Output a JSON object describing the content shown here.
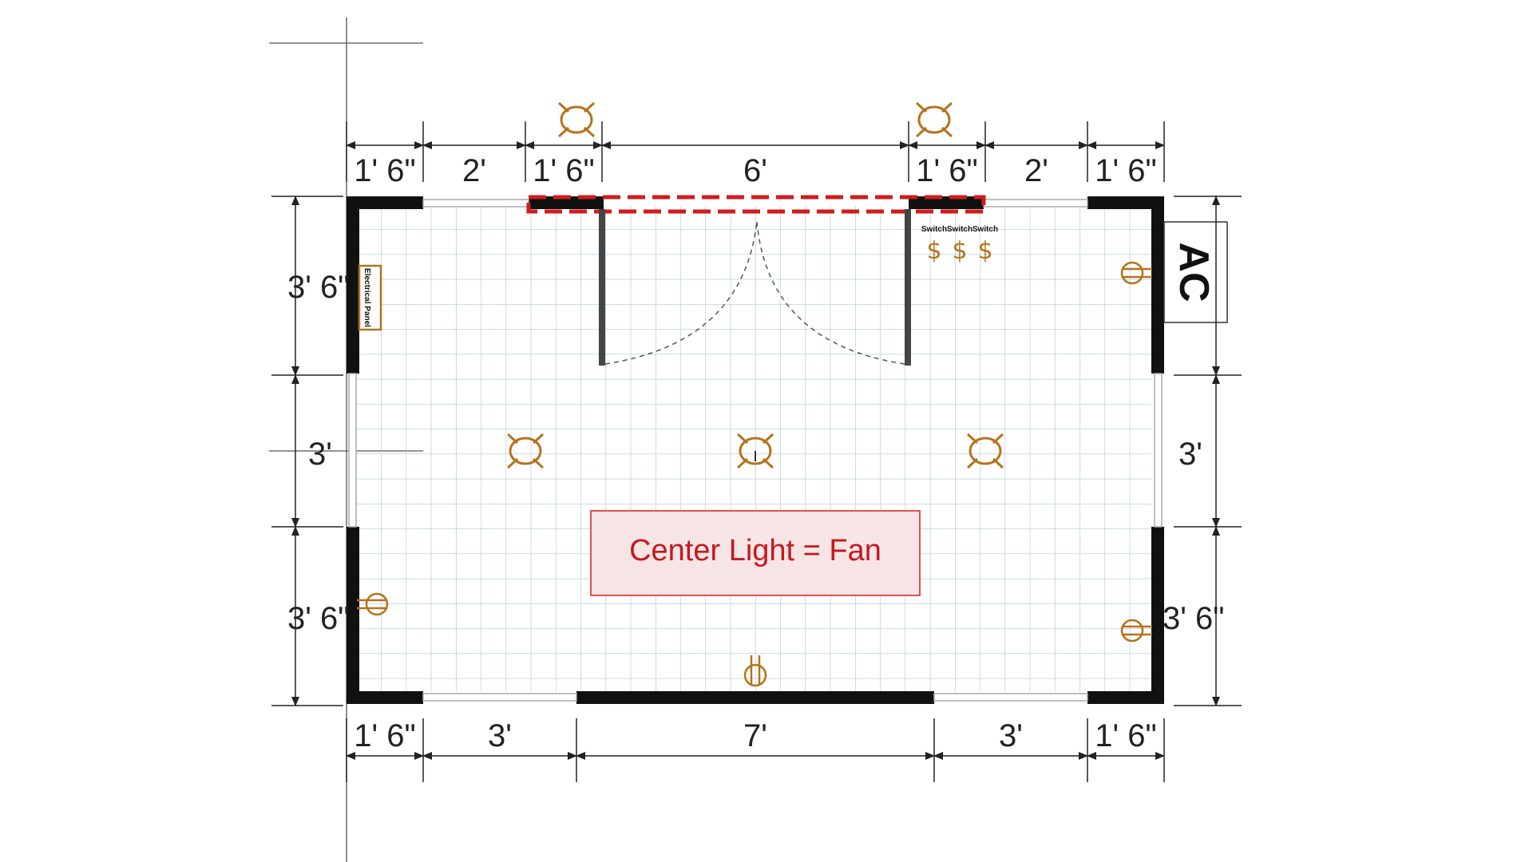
{
  "dimensions": {
    "top": [
      "1' 6\"",
      "2'",
      "1' 6\"",
      "6'",
      "1' 6\"",
      "2'",
      "1' 6\""
    ],
    "bottom": [
      "1' 6\"",
      "3'",
      "7'",
      "3'",
      "1' 6\""
    ],
    "left": [
      "3' 6\"",
      "3'",
      "3' 6\""
    ],
    "right": [
      "3'",
      "3' 6\""
    ]
  },
  "labels": {
    "electrical_panel": "Electrical Panel",
    "ac": "AC",
    "switch": "Switch",
    "switch_symbol": "$",
    "note": "Center Light = Fan"
  },
  "colors": {
    "wall": "#111111",
    "grid": "#a8c6d6",
    "fixture": "#b5731c",
    "note_border": "#e35050",
    "note_fill": "#f7e5e5",
    "note_text": "#c41820",
    "header_dash": "#d01c1c"
  },
  "icons": [
    "ceiling-light-icon",
    "wall-outlet-icon",
    "switch-icon"
  ]
}
